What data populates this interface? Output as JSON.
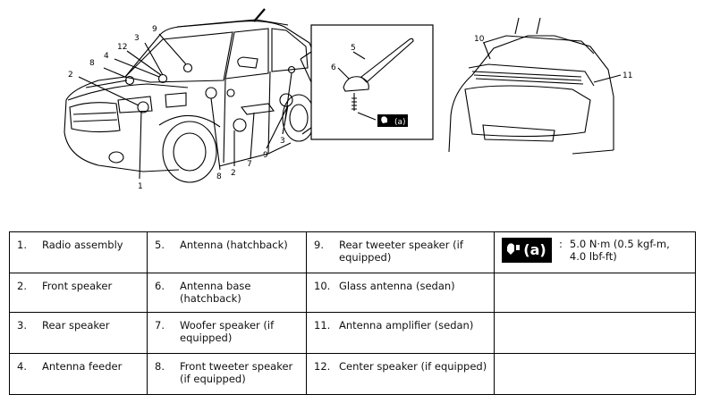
{
  "callouts": {
    "main": [
      "9",
      "3",
      "12",
      "4",
      "8",
      "2",
      "1",
      "8",
      "2",
      "7",
      "9",
      "3"
    ],
    "inset": [
      "5",
      "6"
    ],
    "inset_badge": "(a)",
    "sedan": [
      "10",
      "11"
    ]
  },
  "legend": {
    "rows": [
      [
        {
          "num": "1.",
          "label": "Radio assembly"
        },
        {
          "num": "5.",
          "label": "Antenna (hatchback)"
        },
        {
          "num": "9.",
          "label": "Rear tweeter speaker (if equipped)"
        }
      ],
      [
        {
          "num": "2.",
          "label": "Front speaker"
        },
        {
          "num": "6.",
          "label": "Antenna base (hatchback)"
        },
        {
          "num": "10.",
          "label": "Glass antenna (sedan)"
        }
      ],
      [
        {
          "num": "3.",
          "label": "Rear speaker"
        },
        {
          "num": "7.",
          "label": "Woofer speaker (if equipped)"
        },
        {
          "num": "11.",
          "label": "Antenna amplifier (sedan)"
        }
      ],
      [
        {
          "num": "4.",
          "label": "Antenna feeder"
        },
        {
          "num": "8.",
          "label": "Front tweeter speaker (if equipped)"
        },
        {
          "num": "12.",
          "label": "Center speaker (if equipped)"
        }
      ]
    ],
    "torque": {
      "badge": "(a)",
      "colon": ":",
      "value": "5.0 N·m (0.5 kgf-m, 4.0 lbf-ft)"
    }
  }
}
